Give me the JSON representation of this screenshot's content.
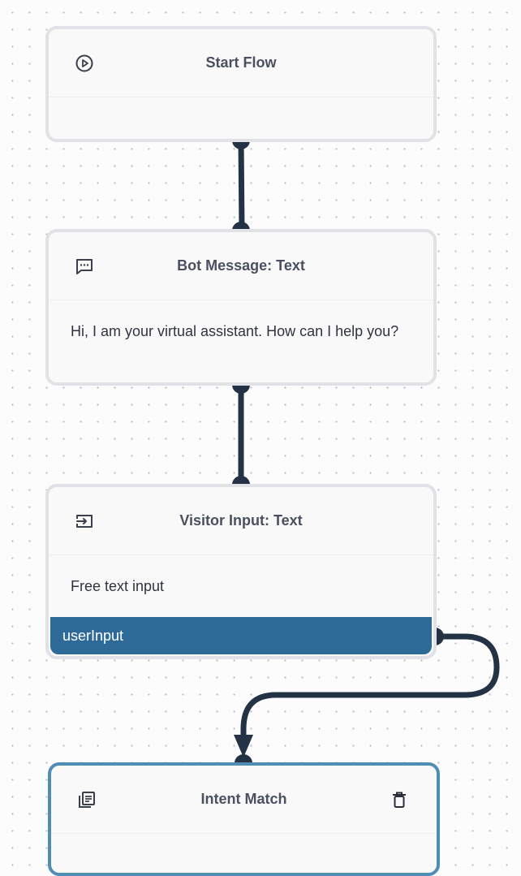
{
  "nodes": {
    "start": {
      "title": "Start Flow",
      "icon": "play-circle-icon"
    },
    "bot_message": {
      "title": "Bot Message: Text",
      "icon": "message-icon",
      "body": "Hi, I am your virtual assistant. How can I help you?"
    },
    "visitor_input": {
      "title": "Visitor Input: Text",
      "icon": "input-icon",
      "body": "Free text input",
      "output_port": "userInput"
    },
    "intent_match": {
      "title": "Intent Match",
      "icon": "intent-list-icon",
      "action_icon": "trash-icon",
      "state": "selected"
    }
  },
  "colors": {
    "canvas_background": "#fcfcfc",
    "grid_dot": "#b9bcc4",
    "node_background": "#f9f9fa",
    "node_border": "#e1e2e6",
    "selected_border": "#4f8db5",
    "output_port": "#2e6a97",
    "edge": "#243245",
    "title_text": "#4a5060",
    "body_text": "#2f3440"
  }
}
